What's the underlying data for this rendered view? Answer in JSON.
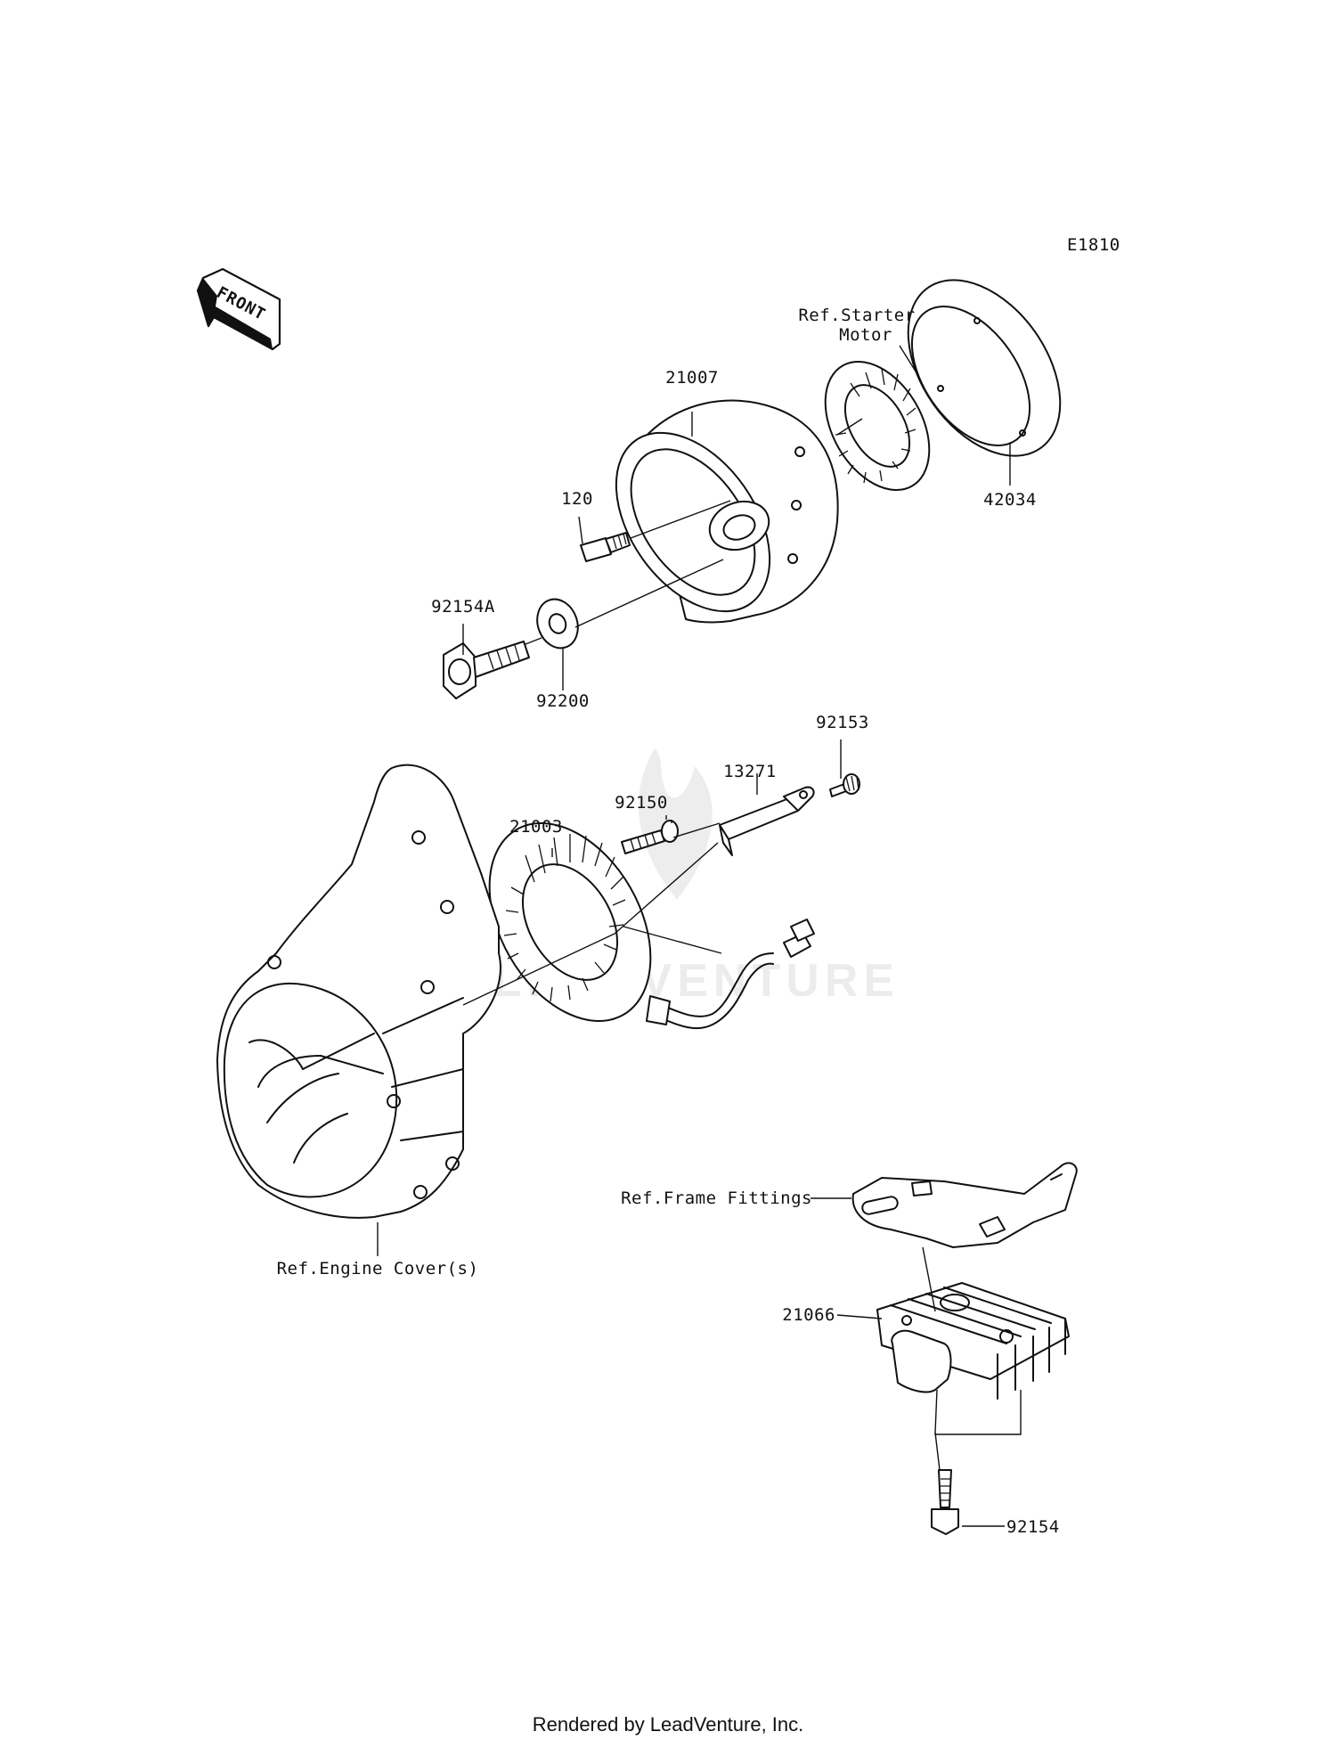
{
  "diagram_code": "E1810",
  "front_label": "FRONT",
  "watermark": "LEADVENTURE",
  "footer": "Rendered by LeadVenture, Inc.",
  "callouts": {
    "p21007": "21007",
    "p120": "120",
    "p92154A": "92154A",
    "p92200": "92200",
    "p42034": "42034",
    "ref_starter_1": "Ref.Starter",
    "ref_starter_2": "Motor",
    "p92153": "92153",
    "p13271": "13271",
    "p92150": "92150",
    "p21003": "21003",
    "ref_engine_cover": "Ref.Engine Cover(s)",
    "ref_frame_fittings": "Ref.Frame Fittings",
    "p21066": "21066",
    "p92154": "92154"
  }
}
